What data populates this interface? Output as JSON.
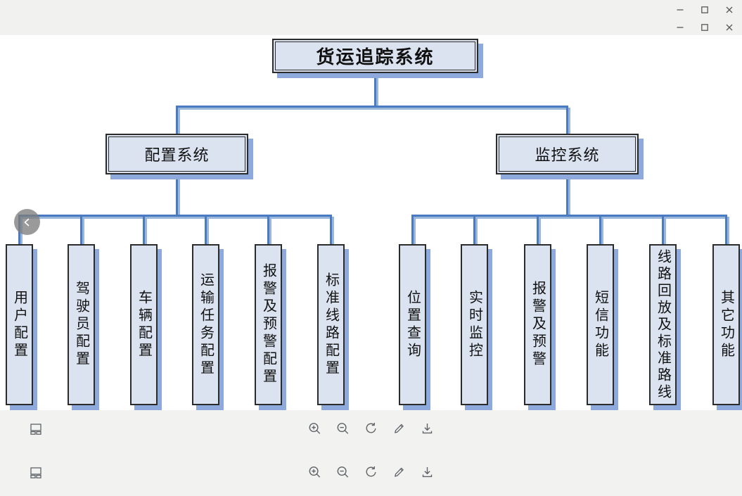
{
  "titlebar": {
    "window_control_rows": [
      {
        "icons": [
          "minimize-icon",
          "maximize-icon",
          "close-icon"
        ]
      },
      {
        "icons": [
          "minimize-icon",
          "maximize-icon",
          "close-icon"
        ]
      }
    ]
  },
  "canvas": {
    "nav": {
      "prev_icon": "chevron-left-icon"
    },
    "diagram": {
      "root": {
        "label": "货运追踪系统"
      },
      "branches": [
        {
          "label": "配置系统",
          "children": [
            {
              "label": "用户配置"
            },
            {
              "label": "驾驶员配置"
            },
            {
              "label": "车辆配置"
            },
            {
              "label": "运输任务配置"
            },
            {
              "label": "报警及预警配置"
            },
            {
              "label": "标准线路配置"
            }
          ]
        },
        {
          "label": "监控系统",
          "children": [
            {
              "label": "位置查询"
            },
            {
              "label": "实时监控"
            },
            {
              "label": "报警及预警"
            },
            {
              "label": "短信功能"
            },
            {
              "label": "线路回放及标准路线"
            },
            {
              "label": "其它功能"
            }
          ]
        }
      ]
    }
  },
  "toolbar": {
    "rows": [
      {
        "left_icon": "thumbnails-icon",
        "icons": [
          "zoom-in-icon",
          "zoom-out-icon",
          "rotate-icon",
          "edit-icon",
          "download-icon"
        ]
      },
      {
        "left_icon": "thumbnails-icon",
        "icons": [
          "zoom-in-icon",
          "zoom-out-icon",
          "rotate-icon",
          "edit-icon",
          "download-icon"
        ]
      }
    ]
  },
  "colors": {
    "connector_line": "#4a7ac1",
    "connector_shadow": "#95b3d7",
    "node_fill": "#dbe3f1",
    "node_border": "#2b2b2b",
    "node_shadow": "#8ea9db",
    "bar_background": "#f1f1f0",
    "icon_gray": "#5f6368"
  }
}
